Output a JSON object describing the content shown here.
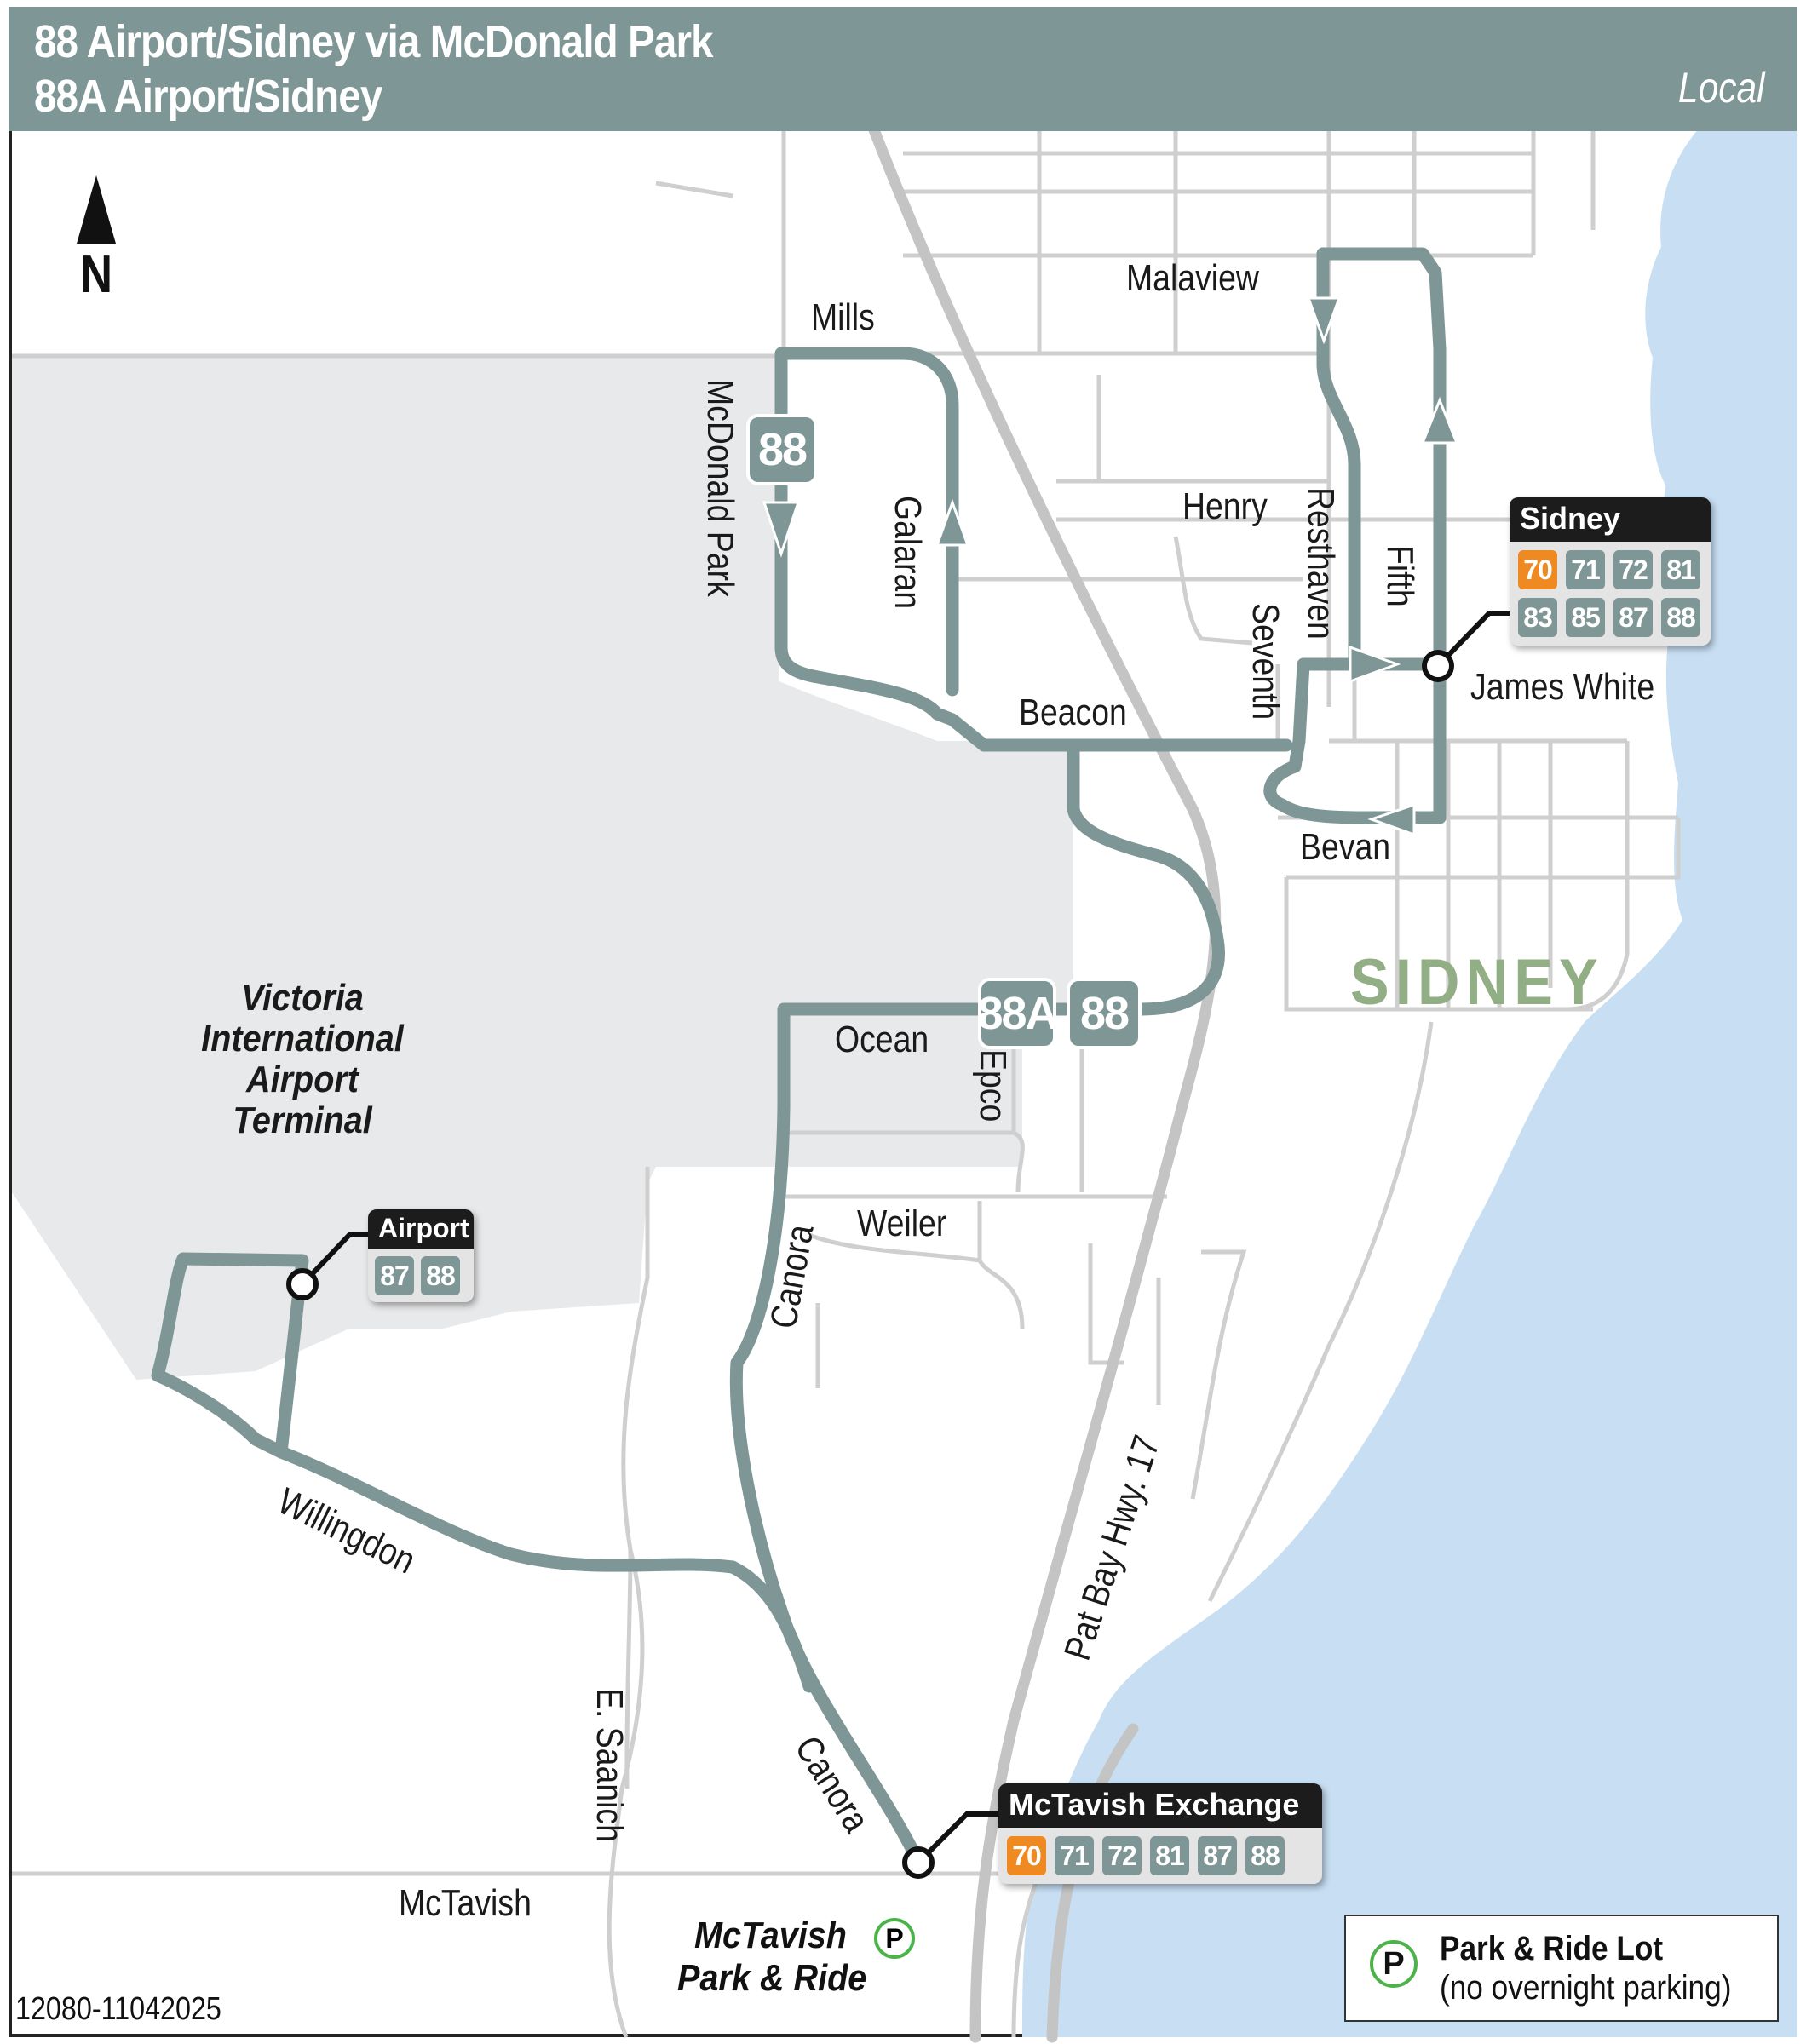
{
  "header": {
    "route_line_1": "88 Airport/Sidney via McDonald Park",
    "route_line_2": "88A Airport/Sidney",
    "service_type": "Local"
  },
  "colors": {
    "header_bg": "#7f9696",
    "route_line": "#7f9696",
    "water": "#c8dff3",
    "airport_area": "#e8e9ea",
    "road": "#c8c8c8",
    "highway": "#c4c4c4",
    "orange_route": "#ef8a22",
    "park_ride_green": "#4cb34a",
    "town_label": "#92ae85"
  },
  "compass": {
    "icon": "north-arrow-icon",
    "label": "N"
  },
  "streets": {
    "mills": "Mills",
    "mcdonald_park": "McDonald Park",
    "galaran": "Galaran",
    "malaview": "Malaview",
    "henry": "Henry",
    "resthaven": "Resthaven",
    "fifth": "Fifth",
    "seventh": "Seventh",
    "beacon": "Beacon",
    "james_white": "James White",
    "bevan": "Bevan",
    "ocean": "Ocean",
    "epco": "Epco",
    "weiler": "Weiler",
    "canora_north": "Canora",
    "canora_south": "Canora",
    "willingdon": "Willingdon",
    "e_saanich": "E. Saanich",
    "pat_bay_hwy": "Pat Bay Hwy. 17",
    "mctavish": "McTavish"
  },
  "places": {
    "town": "SIDNEY",
    "airport_terminal": [
      "Victoria",
      "International",
      "Airport",
      "Terminal"
    ],
    "park_ride": [
      "McTavish",
      "Park & Ride"
    ],
    "park_ride_icon": "P"
  },
  "route_badges": {
    "mcdonald": "88",
    "ocean_88a": "88A",
    "ocean_88": "88"
  },
  "stops": [
    {
      "name": "Sidney",
      "routes": [
        {
          "num": "70",
          "color": "#ef8a22"
        },
        {
          "num": "71"
        },
        {
          "num": "72"
        },
        {
          "num": "81"
        },
        {
          "num": "83"
        },
        {
          "num": "85"
        },
        {
          "num": "87"
        },
        {
          "num": "88"
        }
      ]
    },
    {
      "name": "Airport",
      "routes": [
        {
          "num": "87"
        },
        {
          "num": "88"
        }
      ]
    },
    {
      "name": "McTavish Exchange",
      "routes": [
        {
          "num": "70",
          "color": "#ef8a22"
        },
        {
          "num": "71"
        },
        {
          "num": "72"
        },
        {
          "num": "81"
        },
        {
          "num": "87"
        },
        {
          "num": "88"
        }
      ]
    }
  ],
  "legend": {
    "icon": "P",
    "title": "Park & Ride Lot",
    "subtitle": "(no overnight parking)"
  },
  "footer": {
    "doc_id": "12080-11042025"
  }
}
